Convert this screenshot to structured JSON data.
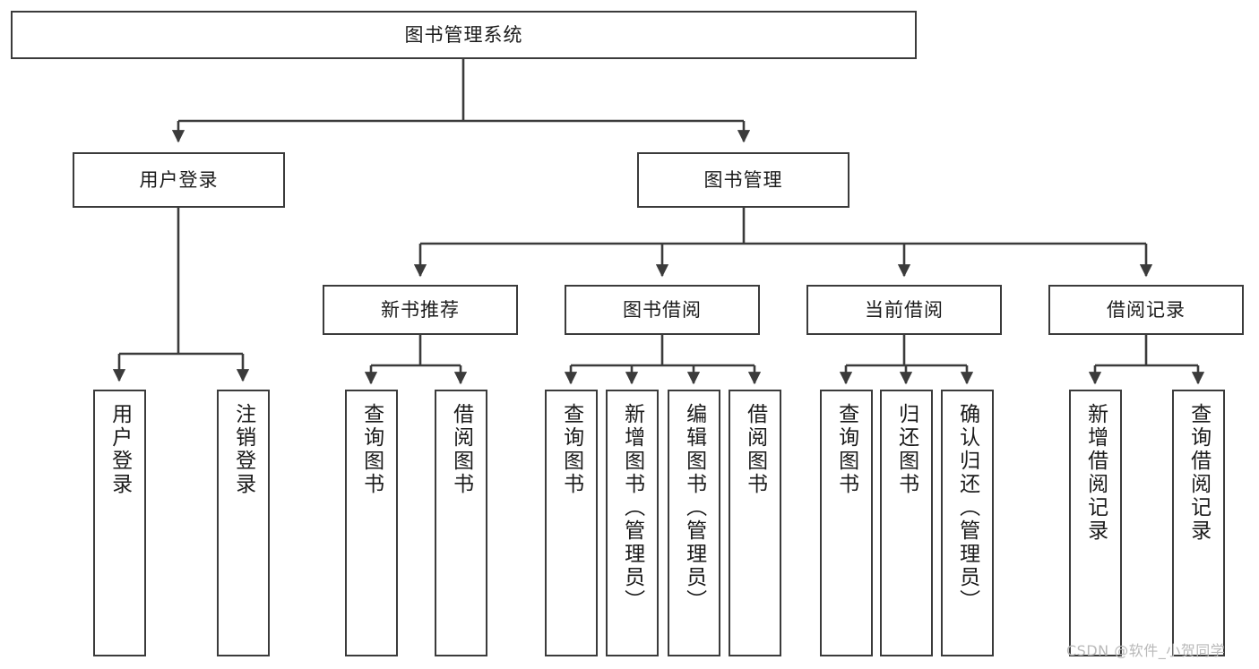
{
  "diagram": {
    "type": "tree",
    "title": "图书管理系统",
    "orientation": "top-down",
    "background_color": "#ffffff",
    "line_color": "#3b3b3b",
    "box_fill": "#ffffff"
  },
  "watermark": {
    "text": "CSDN @软件_小贺同学",
    "color": "#b9b9b9"
  },
  "nodes": {
    "root": {
      "label": "图书管理系统"
    },
    "level1": [
      {
        "label": "用户登录"
      },
      {
        "label": "图书管理"
      }
    ],
    "level2": [
      {
        "label": "新书推荐"
      },
      {
        "label": "图书借阅"
      },
      {
        "label": "当前借阅"
      },
      {
        "label": "借阅记录"
      }
    ],
    "leaves": {
      "user_login": [
        {
          "label": "用户登录"
        },
        {
          "label": "注销登录"
        }
      ],
      "new_book_recommend": [
        {
          "label": "查询图书"
        },
        {
          "label": "借阅图书"
        }
      ],
      "book_borrow": [
        {
          "label": "查询图书"
        },
        {
          "label": "新增图书（管理员）"
        },
        {
          "label": "编辑图书（管理员）"
        },
        {
          "label": "借阅图书"
        }
      ],
      "current_borrow": [
        {
          "label": "查询图书"
        },
        {
          "label": "归还图书"
        },
        {
          "label": "确认归还（管理员）"
        }
      ],
      "borrow_record": [
        {
          "label": "新增借阅记录"
        },
        {
          "label": "查询借阅记录"
        }
      ]
    }
  }
}
